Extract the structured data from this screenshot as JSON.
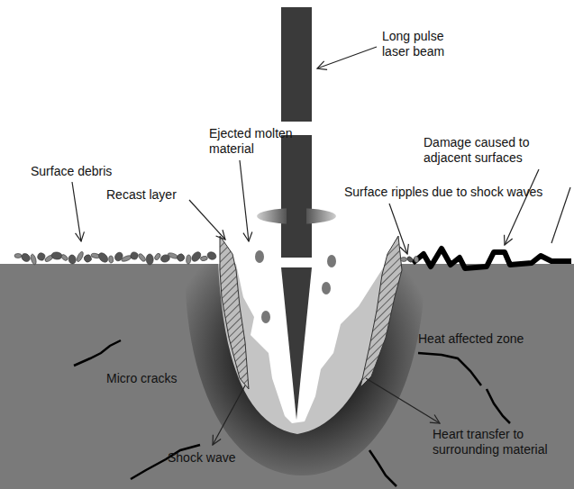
{
  "diagram": {
    "labels": [
      "Long pulse laser beam",
      "Ejected molten material",
      "Damage caused to adjacent surfaces",
      "Surface debris",
      "Recast layer",
      "Surface ripples due to shock waves",
      "Heat affected zone",
      "Micro cracks",
      "Heart transfer to surrounding material",
      "Shock wave"
    ]
  }
}
